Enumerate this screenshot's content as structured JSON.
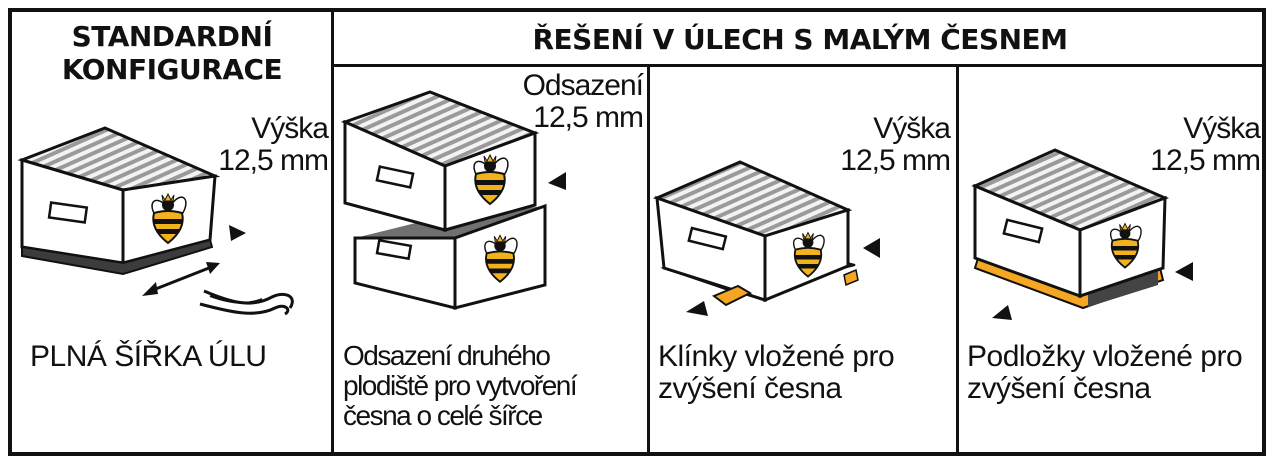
{
  "left_panel": {
    "title_line1": "STANDARDNÍ",
    "title_line2": "KONFIGURACE",
    "height_label": "Výška",
    "height_value": "12,5 mm",
    "caption": "PLNÁ ŠÍŘKA ÚLU"
  },
  "right_header": "ŘEŠENÍ V ÚLECH S MALÝM ČESNEM",
  "panels": [
    {
      "measure_label": "Odsazení",
      "measure_value": "12,5 mm",
      "caption_lines": [
        "Odsazení druhého",
        "plodiště pro  vytvoření",
        "česna o celé šířce"
      ]
    },
    {
      "measure_label": "Výška",
      "measure_value": "12,5 mm",
      "caption_lines": [
        "Klínky vložené pro",
        "zvýšení česna"
      ]
    },
    {
      "measure_label": "Výška",
      "measure_value": "12,5 mm",
      "caption_lines": [
        "Podložky vložené pro",
        "zvýšení česna"
      ]
    }
  ],
  "colors": {
    "ink": "#111111",
    "accent_orange": "#f5a623",
    "bee_yellow": "#f2b21b"
  }
}
